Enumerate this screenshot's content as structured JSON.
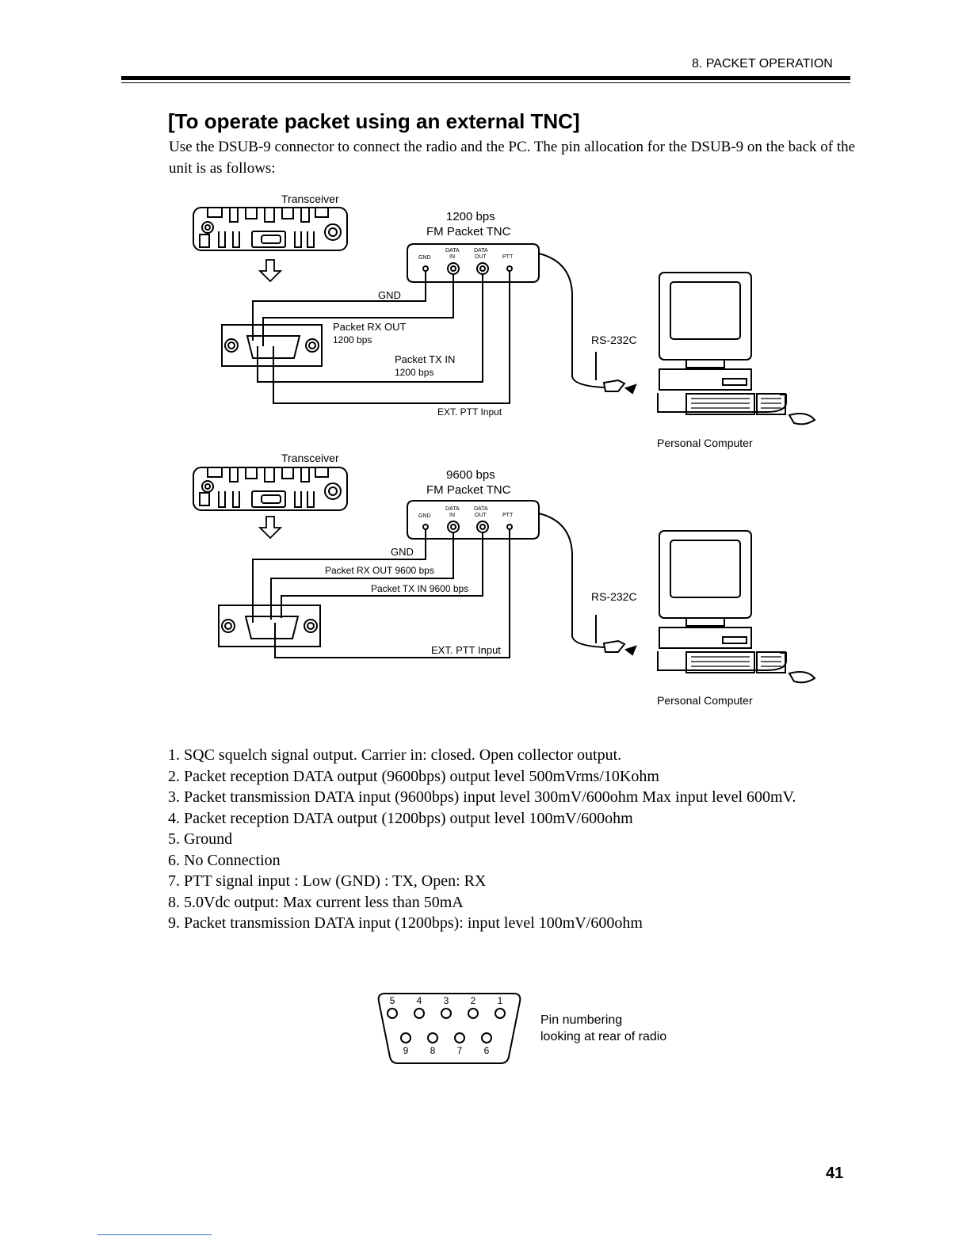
{
  "header": {
    "section": "8. PACKET OPERATION"
  },
  "title": "[To operate packet using an external TNC]",
  "intro": "Use the DSUB-9 connector to connect the radio and the PC. The pin allocation for the DSUB-9 on the back of the unit is as follows:",
  "diagram_1200": {
    "transceiver": "Transceiver",
    "tnc_speed": "1200 bps",
    "tnc_name": "FM Packet TNC",
    "pin_gnd": "GND",
    "pin_data_in_1": "DATA",
    "pin_data_in_2": "IN",
    "pin_data_out_1": "DATA",
    "pin_data_out_2": "OUT",
    "pin_ptt": "PTT",
    "gnd_label": "GND",
    "rx_out_1": "Packet RX OUT",
    "rx_out_2": "1200 bps",
    "tx_in_1": "Packet TX IN",
    "tx_in_2": "1200 bps",
    "ptt_label": "EXT. PTT Input",
    "rs232": "RS-232C",
    "pc": "Personal Computer"
  },
  "diagram_9600": {
    "transceiver": "Transceiver",
    "tnc_speed": "9600 bps",
    "tnc_name": "FM Packet TNC",
    "pin_gnd": "GND",
    "pin_data_in_1": "DATA",
    "pin_data_in_2": "IN",
    "pin_data_out_1": "DATA",
    "pin_data_out_2": "OUT",
    "pin_ptt": "PTT",
    "gnd_label": "GND",
    "rx_out": "Packet RX OUT 9600 bps",
    "tx_in": "Packet TX IN 9600 bps",
    "ptt_label": "EXT. PTT Input",
    "rs232": "RS-232C",
    "pc": "Personal Computer"
  },
  "pins": [
    "1. SQC squelch signal output. Carrier in: closed. Open collector output.",
    "2. Packet reception DATA output (9600bps) output level 500mVrms/10Kohm",
    "3. Packet transmission DATA input (9600bps) input level 300mV/600ohm Max input level 600mV.",
    "4. Packet reception DATA output (1200bps) output level 100mV/600ohm",
    "5. Ground",
    "6. No Connection",
    "7. PTT signal input : Low (GND) : TX, Open: RX",
    "8. 5.0Vdc output: Max current less than 50mA",
    "9. Packet transmission DATA input (1200bps): input level 100mV/600ohm"
  ],
  "connector": {
    "top_pins": [
      "5",
      "4",
      "3",
      "2",
      "1"
    ],
    "bottom_pins": [
      "9",
      "8",
      "7",
      "6"
    ],
    "caption_1": "Pin numbering",
    "caption_2": "looking at rear of radio"
  },
  "page_number": "41"
}
